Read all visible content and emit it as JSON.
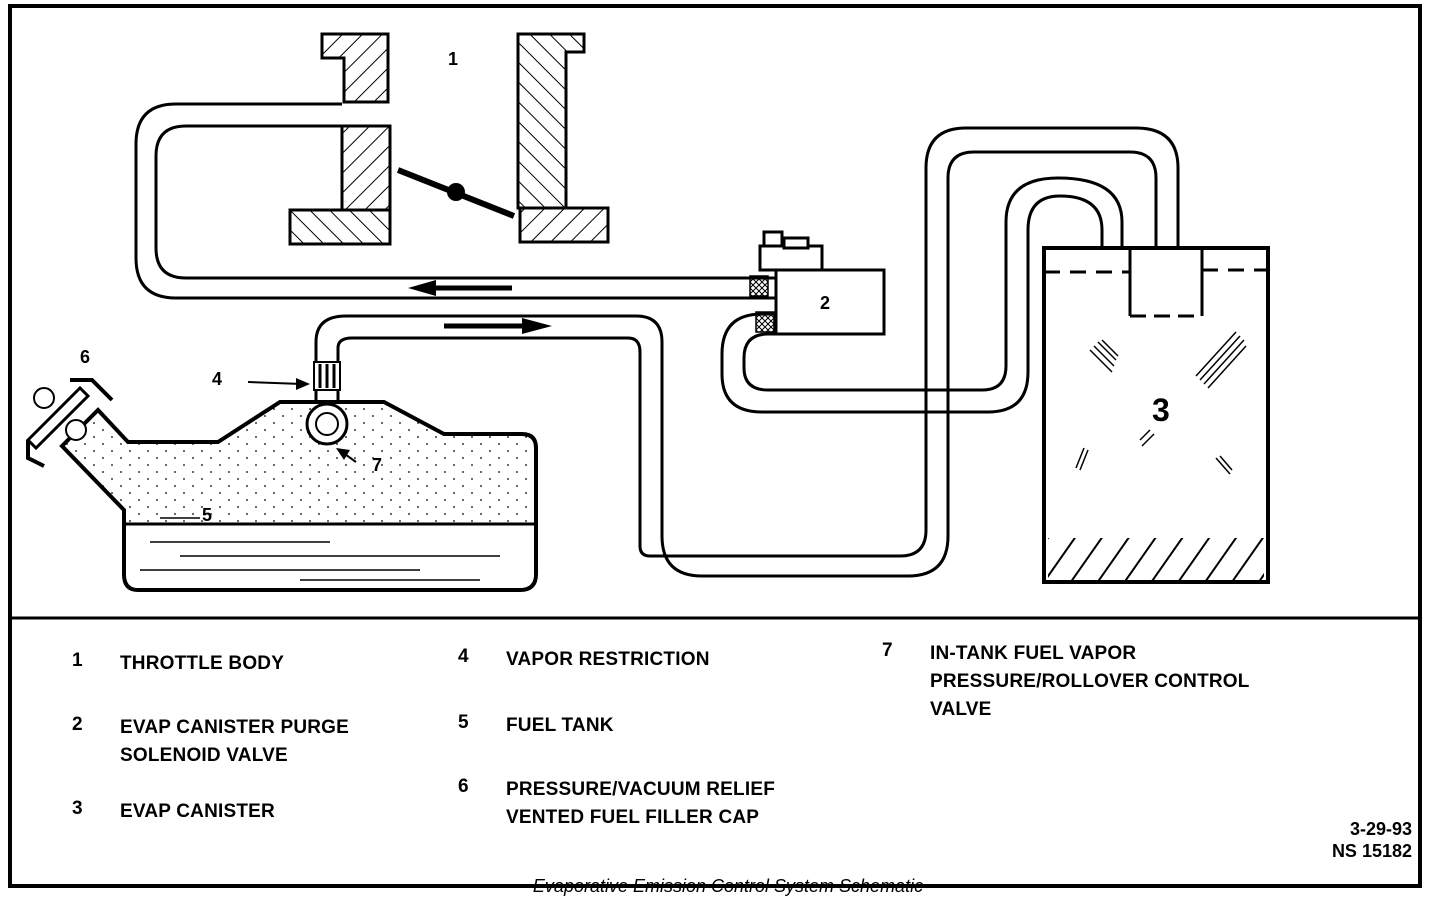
{
  "diagram": {
    "callouts": {
      "throttle_body": "1",
      "purge_solenoid": "2",
      "canister": "3",
      "vapor_restriction": "4",
      "fuel_tank": "5",
      "filler_cap": "6",
      "rollover_valve": "7"
    }
  },
  "legend": {
    "items": [
      {
        "num": "1",
        "text": "THROTTLE BODY"
      },
      {
        "num": "2",
        "text": "EVAP CANISTER PURGE\nSOLENOID VALVE"
      },
      {
        "num": "3",
        "text": "EVAP CANISTER"
      },
      {
        "num": "4",
        "text": "VAPOR RESTRICTION"
      },
      {
        "num": "5",
        "text": "FUEL TANK"
      },
      {
        "num": "6",
        "text": "PRESSURE/VACUUM RELIEF\nVENTED FUEL FILLER CAP"
      },
      {
        "num": "7",
        "text": "IN-TANK FUEL VAPOR\nPRESSURE/ROLLOVER CONTROL\nVALVE"
      }
    ]
  },
  "reference": {
    "date": "3-29-93",
    "code": "NS 15182"
  },
  "caption": "Evaporative Emission Control System Schematic"
}
